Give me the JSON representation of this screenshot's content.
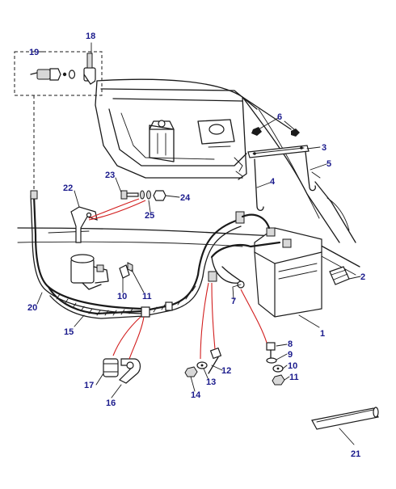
{
  "colors": {
    "label": "#1a1a8c",
    "line": "#1a1a1a",
    "callout": "#d21e1e"
  },
  "labels": {
    "p1": "1",
    "p2": "2",
    "p3": "3",
    "p4": "4",
    "p5": "5",
    "p6": "6",
    "p7": "7",
    "p8": "8",
    "p9": "9",
    "p10a": "10",
    "p10b": "10",
    "p11a": "11",
    "p11b": "11",
    "p12": "12",
    "p13": "13",
    "p14": "14",
    "p15": "15",
    "p16": "16",
    "p17": "17",
    "p18": "18",
    "p19": "19",
    "p20": "20",
    "p21": "21",
    "p22": "22",
    "p23": "23",
    "p24": "24",
    "p25": "25"
  }
}
